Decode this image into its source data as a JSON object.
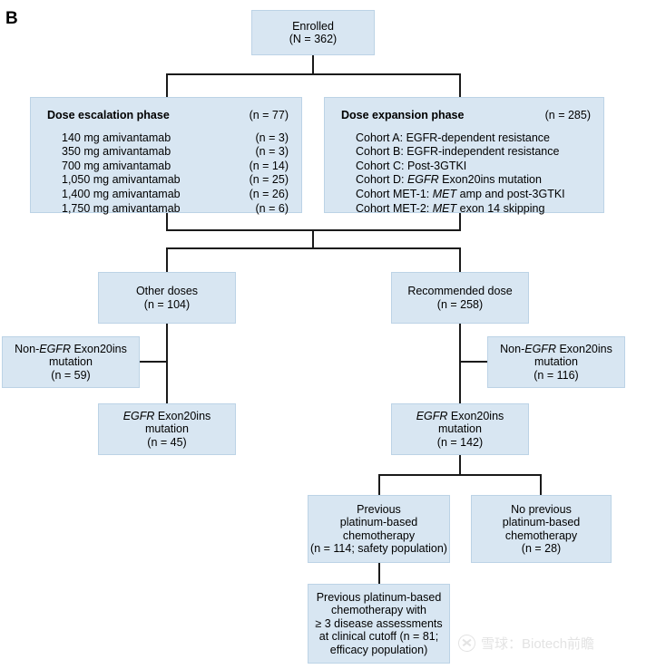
{
  "panel": {
    "letter": "B"
  },
  "nodes": {
    "enrolled": {
      "title": "Enrolled",
      "count": "(N = 362)"
    },
    "dose_escalation": {
      "title": "Dose escalation phase",
      "count": "(n = 77)",
      "rows": [
        {
          "label": "140 mg amivantamab",
          "count": "(n = 3)"
        },
        {
          "label": "350 mg amivantamab",
          "count": "(n = 3)"
        },
        {
          "label": "700 mg amivantamab",
          "count": "(n = 14)"
        },
        {
          "label": "1,050 mg amivantamab",
          "count": "(n = 25)"
        },
        {
          "label": "1,400 mg amivantamab",
          "count": "(n = 26)"
        },
        {
          "label": "1,750 mg amivantamab",
          "count": "(n = 6)"
        }
      ]
    },
    "dose_expansion": {
      "title": "Dose expansion phase",
      "count": "(n = 285)",
      "rows": [
        {
          "prefix": "Cohort A: EGFR-dependent resistance",
          "italic": "",
          "suffix": ""
        },
        {
          "prefix": "Cohort B: EGFR-independent resistance",
          "italic": "",
          "suffix": ""
        },
        {
          "prefix": "Cohort C: Post-3GTKI",
          "italic": "",
          "suffix": ""
        },
        {
          "prefix": "Cohort D: ",
          "italic": "EGFR",
          "suffix": " Exon20ins mutation"
        },
        {
          "prefix": "Cohort MET-1: ",
          "italic": "MET",
          "suffix": " amp and post-3GTKI"
        },
        {
          "prefix": "Cohort MET-2: ",
          "italic": "MET",
          "suffix": " exon 14 skipping"
        }
      ]
    },
    "other_doses": {
      "line1": "Other doses",
      "line2": "(n = 104)"
    },
    "recommended_dose": {
      "line1": "Recommended dose",
      "line2": "(n = 258)"
    },
    "non_egfr_left": {
      "pre": "Non-",
      "italic": "EGFR",
      "post": " Exon20ins",
      "line2": "mutation",
      "line3": "(n = 59)"
    },
    "non_egfr_right": {
      "pre": "Non-",
      "italic": "EGFR",
      "post": " Exon20ins",
      "line2": "mutation",
      "line3": "(n = 116)"
    },
    "egfr_left": {
      "italic": "EGFR",
      "post": " Exon20ins",
      "line2": "mutation",
      "line3": "(n = 45)"
    },
    "egfr_right": {
      "italic": "EGFR",
      "post": " Exon20ins",
      "line2": "mutation",
      "line3": "(n = 142)"
    },
    "prev_chemo": {
      "line1": "Previous",
      "line2": "platinum-based",
      "line3": "chemotherapy",
      "line4": "(n = 114; safety population)"
    },
    "no_prev_chemo": {
      "line1": "No previous",
      "line2": "platinum-based",
      "line3": "chemotherapy",
      "line4": "(n = 28)"
    },
    "efficacy": {
      "line1": "Previous platinum-based",
      "line2": "chemotherapy with",
      "line3": "≥ 3 disease assessments",
      "line4": "at clinical cutoff (n = 81;",
      "line5": "efficacy population)"
    }
  },
  "watermark": {
    "text": "雪球：Biotech前瞻"
  },
  "colors": {
    "box_fill": "#d8e6f2",
    "box_border": "#bcd3e6",
    "line": "#1a1a1a",
    "text": "#000000"
  }
}
